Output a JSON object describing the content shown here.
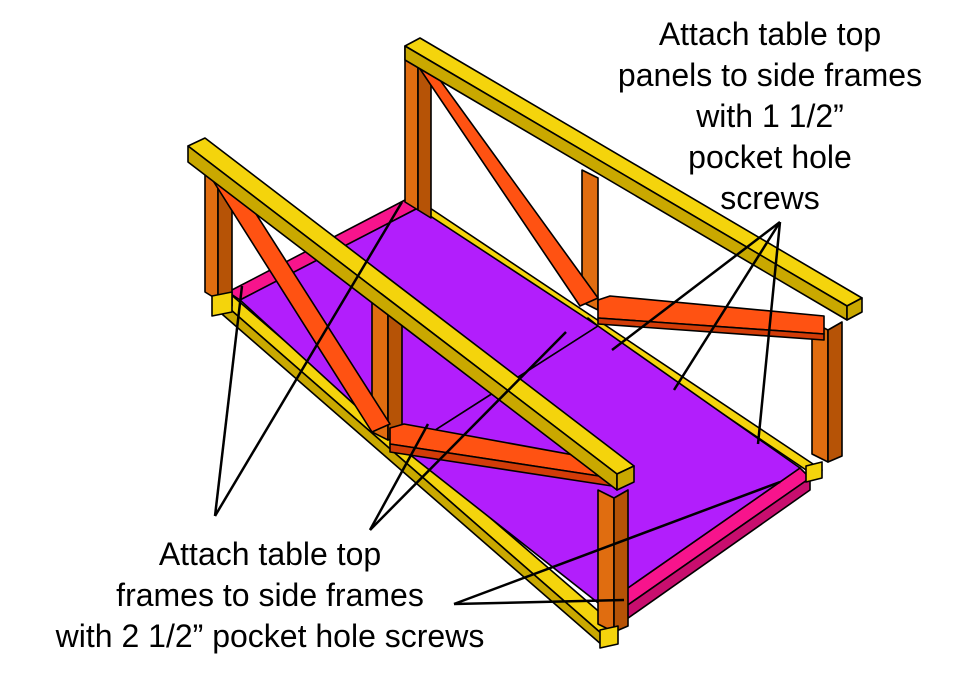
{
  "callouts": {
    "panels": {
      "lines": [
        "Attach table top",
        "panels to side frames",
        "with 1 1/2”",
        "pocket hole",
        "screws"
      ]
    },
    "frames": {
      "lines": [
        "Attach table top",
        "frames to side frames",
        "with 2 1/2” pocket hole screws"
      ]
    }
  },
  "colors": {
    "rail_yellow": "#f4d40c",
    "rail_yellow_side": "#c9a800",
    "post_orange": "#e06d10",
    "post_orange_side": "#b65306",
    "brace_red": "#ff5212",
    "brace_red_side": "#d23c08",
    "panel_purple": "#b21efc",
    "frame_pink": "#f7148c",
    "frame_pink_side": "#c80e6e",
    "outline": "#000000"
  }
}
